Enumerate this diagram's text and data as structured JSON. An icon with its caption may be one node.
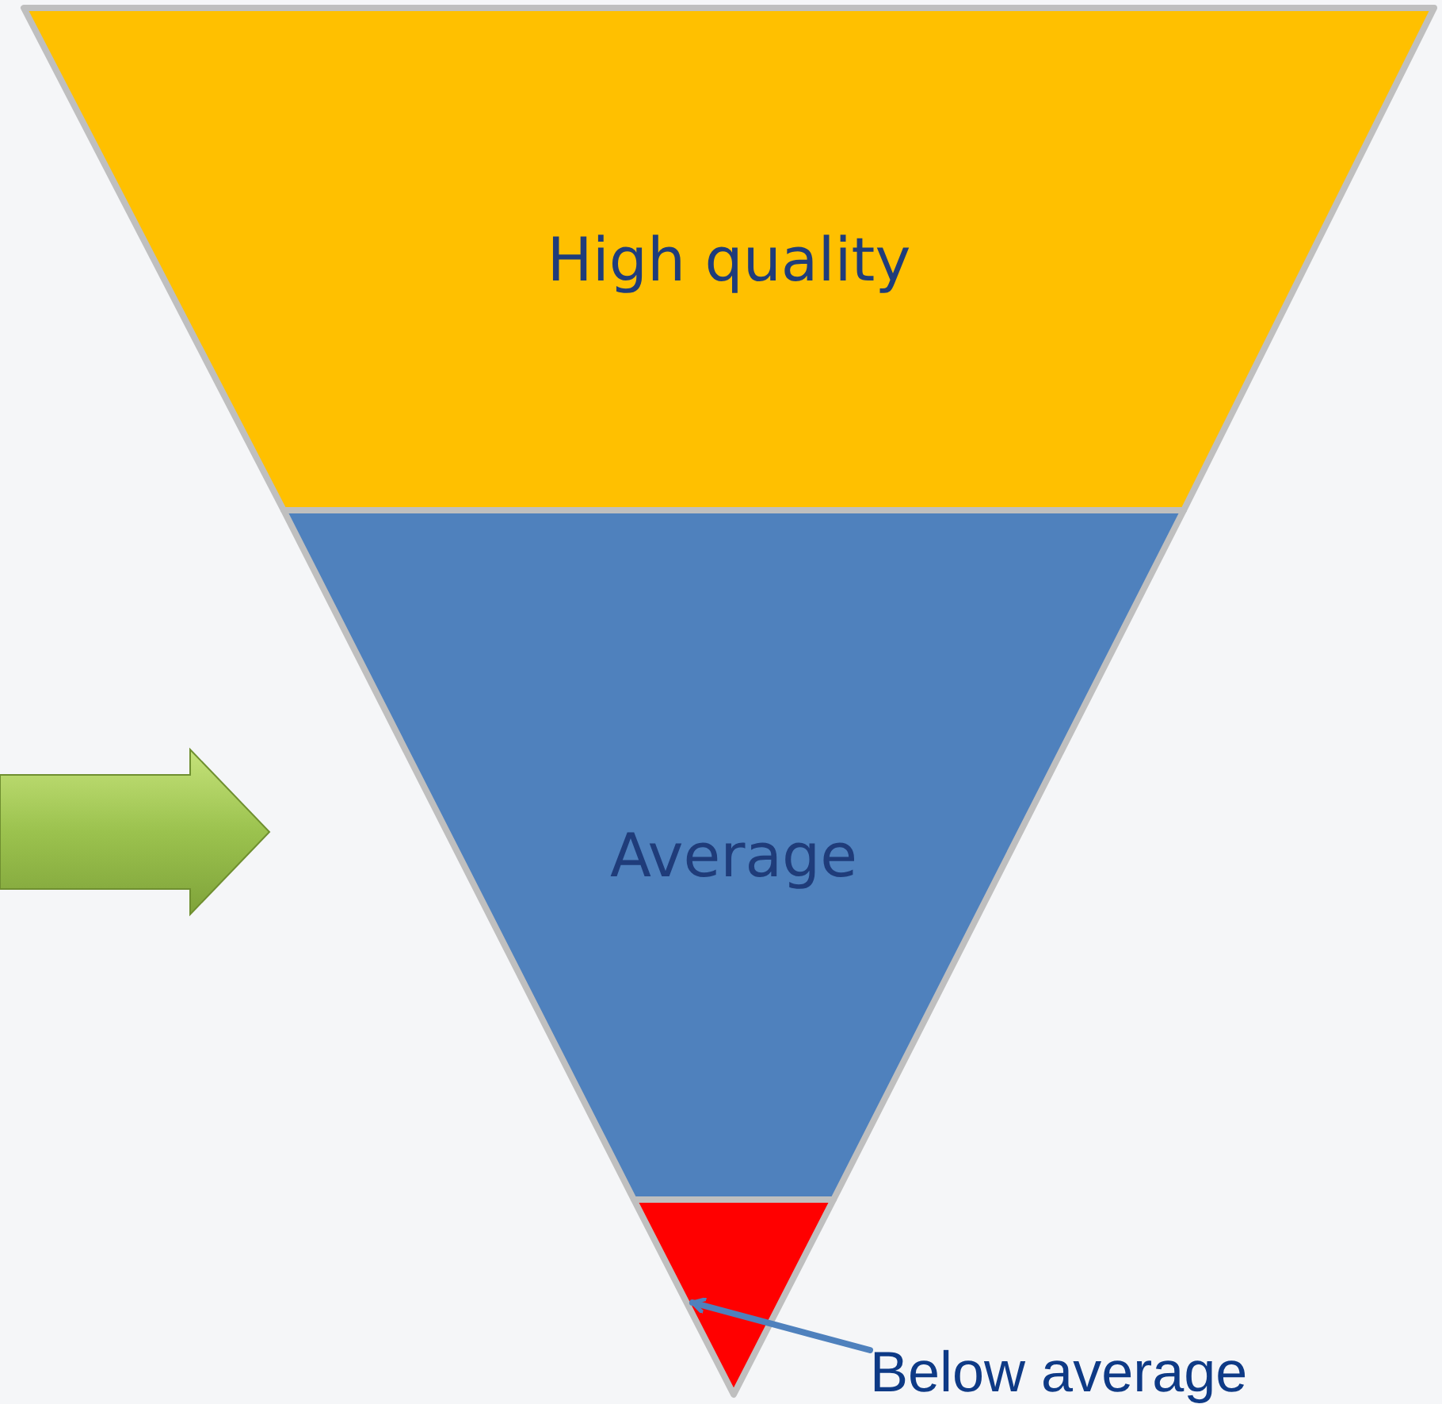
{
  "diagram": {
    "nodes": [
      {
        "text": [
          "High quality"
        ]
      },
      {
        "text": [
          "Average"
        ]
      },
      {
        "text": [],
        "shape": "triangle"
      },
      {
        "text": [
          "Below average"
        ]
      }
    ],
    "edges": [
      {
        "from": 3,
        "to": 2,
        "arrow": "to",
        "color": "#4f81bd"
      },
      {
        "from": null,
        "to": 1,
        "arrow": "to",
        "style": "thick",
        "color": "#9bbb59"
      }
    ]
  }
}
